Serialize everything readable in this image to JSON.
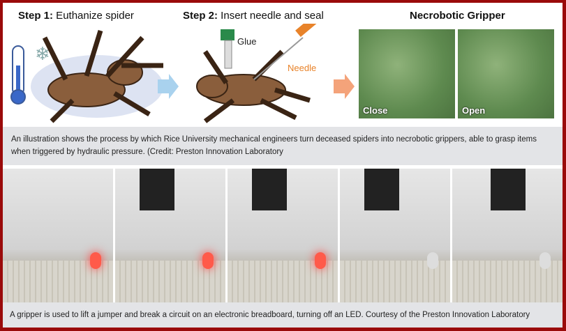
{
  "steps": [
    {
      "bold": "Step 1:",
      "text": " Euthanize spider"
    },
    {
      "bold": "Step 2:",
      "text": " Insert needle and seal"
    },
    {
      "bold": "Necrobotic Gripper",
      "text": ""
    }
  ],
  "labels": {
    "glue": "Glue",
    "needle": "Needle",
    "close": "Close",
    "open": "Open"
  },
  "captions": {
    "top": "An illustration shows the process by which Rice University mechanical engineers turn deceased spiders into necrobotic grippers, able to grasp items when triggered by hydraulic pressure. (Credit: Preston Innovation Laboratory",
    "bottom": "A gripper is used to lift a jumper and break a circuit on an electronic breadboard, turning off an LED. Courtesy of the Preston Innovation Laboratory"
  },
  "colors": {
    "border": "#9a0a0a",
    "needle": "#e8832a",
    "arrow1": "#a9d2ee",
    "arrow2": "#f4a37a"
  }
}
